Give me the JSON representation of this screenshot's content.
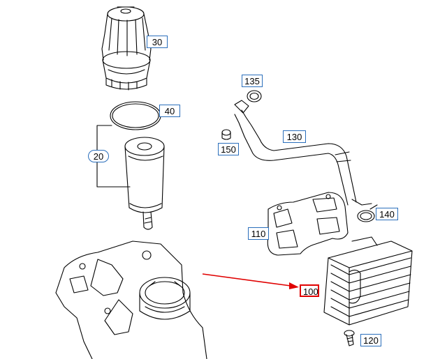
{
  "callouts": {
    "c30": "30",
    "c40": "40",
    "c20": "20",
    "c135": "135",
    "c130": "130",
    "c150": "150",
    "c140": "140",
    "c110": "110",
    "c100": "100",
    "c120": "120"
  },
  "colors": {
    "callout_border": "#2a6ebb",
    "highlight_border": "#e00000",
    "arrow": "#e00000",
    "line": "#000000"
  },
  "highlighted_part": "100"
}
